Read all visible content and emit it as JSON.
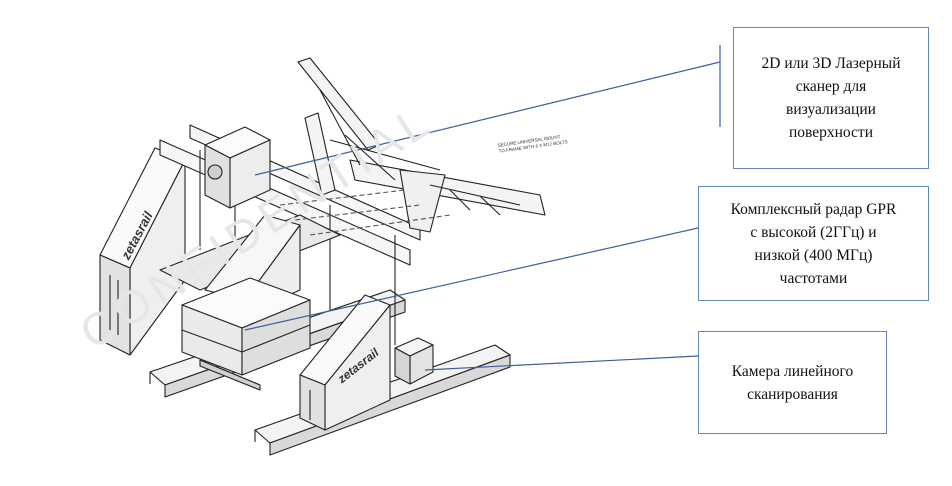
{
  "callouts": [
    {
      "text": "2D или 3D Лазерный\nсканер для\nвизуализации\nповерхности"
    },
    {
      "text": "Комплексный радар GPR\nс высокой (2ГГц) и\nнизкой (400 МГц)\nчастотами"
    },
    {
      "text": "Камера линейного\nсканирования"
    }
  ],
  "watermark": "CONFIDENTIAL",
  "mount_note": "SECURE UNIVERSAL MOUNT\nTO FRAME WITH 6 X M12 BOLTS",
  "brand_labels": [
    "zetasrail",
    "zetasrail"
  ],
  "colors": {
    "leader_line": "#3d5f9e",
    "box_border": "#5b86b5",
    "drawing": "#222222"
  }
}
